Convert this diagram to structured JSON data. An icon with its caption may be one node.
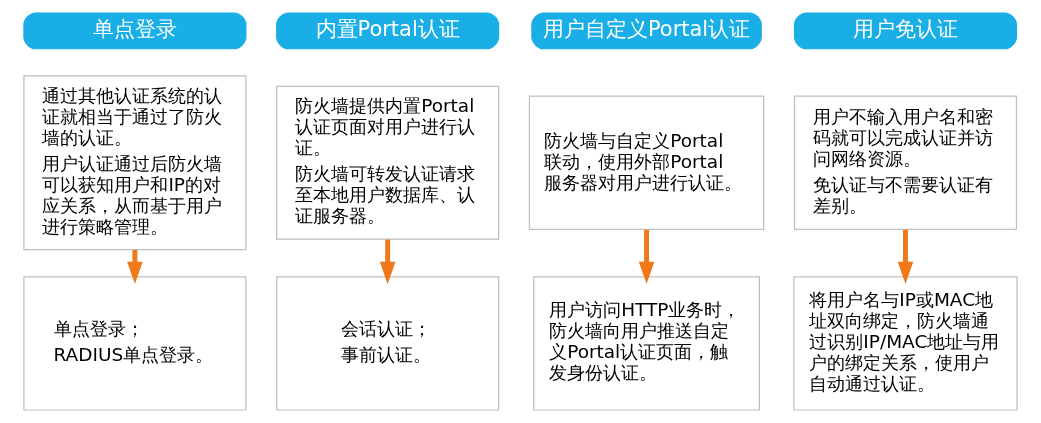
{
  "diagram": {
    "nodes": [
      {
        "text": [
          "单点登录"
        ]
      },
      {
        "text": [
          "内置Portal认证"
        ]
      },
      {
        "text": [
          "用户自定义Portal认证"
        ]
      },
      {
        "text": [
          "用户免认证"
        ]
      },
      {
        "text": [
          "通过其他认证系统的认证就相当于通过了防火墙的认证。",
          "用户认证通过后防火墙可以获知用户和IP的对应关系，从而基于用户进行策略管理。"
        ]
      },
      {
        "text": [
          "防火墙提供内置Portal认证页面对用户进行认证。",
          "防火墙可转发认证请求至本地用户数据库、认证服务器。"
        ]
      },
      {
        "text": [
          "防火墙与自定义Portal联动，使用外部Portal服务器对用户进行认证。"
        ]
      },
      {
        "text": [
          "用户不输入用户名和密码就可以完成认证并访问网络资源。",
          "免认证与不需要认证有差别。"
        ]
      },
      {
        "text": [
          "单点登录；",
          "RADIUS单点登录。"
        ]
      },
      {
        "text": [
          "会话认证；",
          "事前认证。"
        ]
      },
      {
        "text": [
          "用户访问HTTP业务时，防火墙向用户推送自定义Portal认证页面，触发身份认证。"
        ]
      },
      {
        "text": [
          "将用户名与IP或MAC地址双向绑定，防火墙通过识别IP/MAC地址与用户的绑定关系，使用户自动通过认证。"
        ]
      }
    ],
    "edges": [
      {
        "from": 4,
        "to": 8,
        "arrow": "to"
      },
      {
        "from": 5,
        "to": 9,
        "arrow": "to"
      },
      {
        "from": 6,
        "to": 10,
        "arrow": "to"
      },
      {
        "from": 7,
        "to": 11,
        "arrow": "to"
      }
    ]
  }
}
